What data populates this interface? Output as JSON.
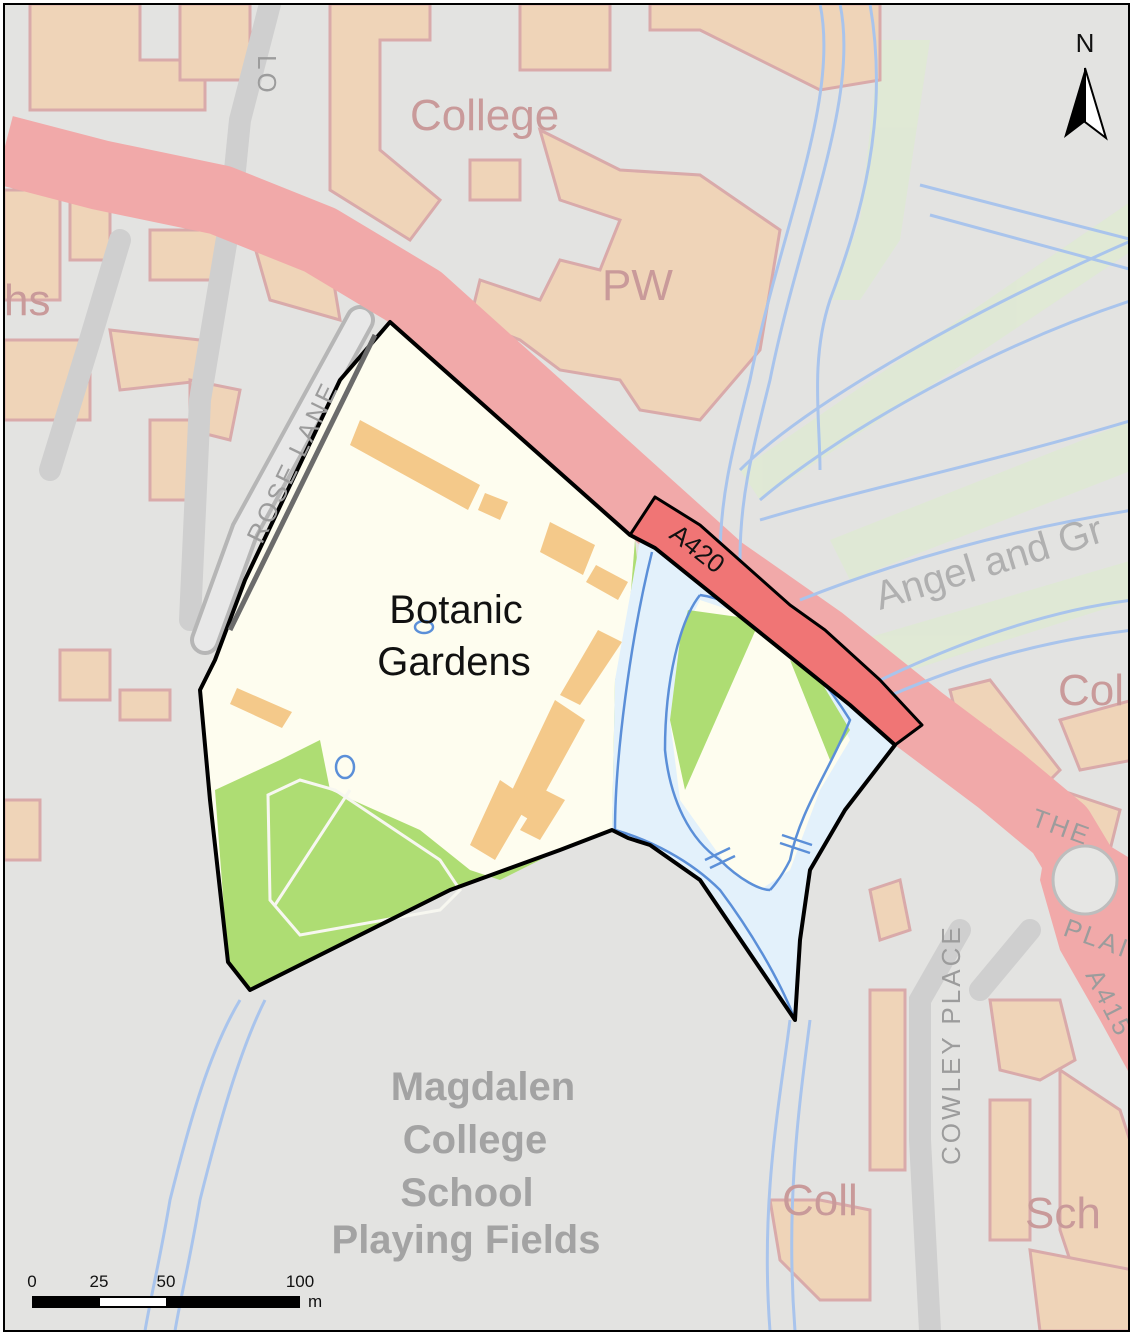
{
  "map": {
    "north_label": "N",
    "site_name_line1": "Botanic",
    "site_name_line2": "Gardens",
    "road_number": "A420",
    "colors": {
      "background": "#e3e3e1",
      "building": "#efd4b8",
      "building_outline": "#d3a3a3",
      "main_road": "#f1a9a9",
      "site_fill": "#fefdef",
      "green_space": "#aedd73",
      "water": "#e3f1fb",
      "river_line": "#5b8fd8",
      "highlight_road": "#f07575",
      "outline": "#000000"
    },
    "labels": {
      "college_top": "College",
      "pw": "PW",
      "hs": "hs",
      "lo": "LO",
      "rose_lane": "ROSE  LANE",
      "angel_and_gr": "Angel and Gr",
      "col_right": "Col",
      "the": "THE",
      "plai": "PLAI",
      "a415": "A415",
      "cowley_place": "COWLEY PLACE",
      "coll": "Coll",
      "sch": "Sch",
      "magdalen_1": "Magdalen",
      "magdalen_2": "College",
      "magdalen_3": "School",
      "magdalen_4": "Playing Fields"
    }
  },
  "scale_bar": {
    "ticks": [
      "0",
      "25",
      "50",
      "100"
    ],
    "unit": "m"
  }
}
